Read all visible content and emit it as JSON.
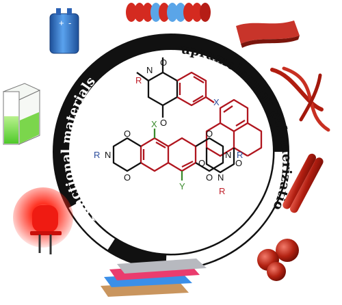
{
  "ring": {
    "left_label": "Functional materials",
    "right_label": "Supramolecular polymerization"
  },
  "battery": {
    "plus": "+",
    "minus": "-"
  },
  "molecule_top": {
    "r_label": "R",
    "n_label": "N",
    "o_top": "O",
    "o_bottom": "O",
    "linker": "X"
  },
  "molecule_right": {
    "r_label": "R",
    "n_label": "N",
    "o_left": "O",
    "o_right": "O"
  },
  "molecule_core": {
    "sub_top": "X",
    "sub_bottom": "Y",
    "n_left": "N",
    "n_right": "N",
    "r_left": "R",
    "r_right": "R",
    "o_tl": "O",
    "o_tr": "O",
    "o_bl": "O",
    "o_br": "O"
  },
  "colors": {
    "ring_dark": "#111111",
    "ring_light": "#ffffff",
    "structure_red": "#b0151e",
    "r_red": "#c0202a",
    "r_blue": "#2b4c9b",
    "sub_green": "#3a8a2c",
    "battery_blue": "#3b7fd1",
    "led_red": "#e01818",
    "box_green": "#62d63a"
  }
}
